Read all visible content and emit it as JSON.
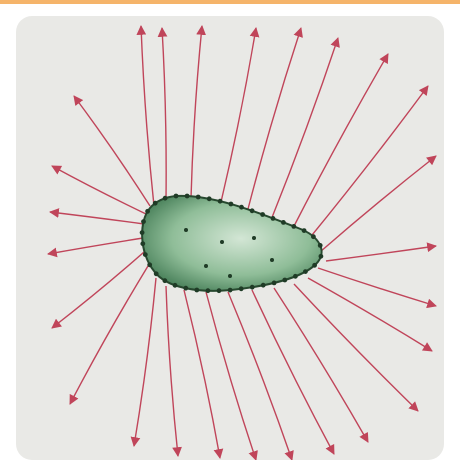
{
  "colors": {
    "accent_strip": "#f5b46a",
    "panel_background": "#e9e9e6",
    "field_line": "#c0455a",
    "conductor_fill_light": "#b7d4bc",
    "conductor_fill_dark": "#2f6a43",
    "conductor_edge": "#27492f",
    "charge_dot": "#1f3b26"
  },
  "diagram": {
    "subject": "charged-conductor-electric-field",
    "field_line_style": "arrowed-outward",
    "surface_charge_marks": "dots"
  }
}
